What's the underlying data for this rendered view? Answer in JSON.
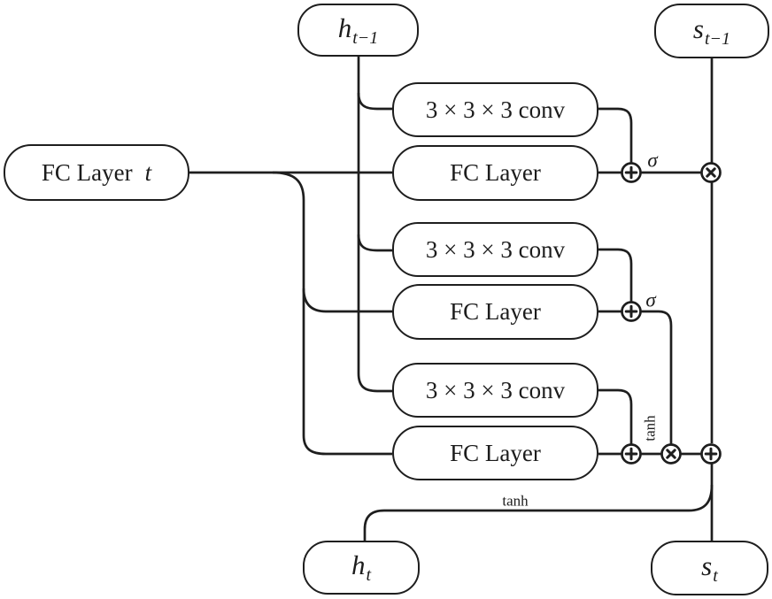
{
  "diagram": {
    "background": "#ffffff",
    "stroke_color": "#1e1e1e",
    "nodes": {
      "h_prev": {
        "base": "h",
        "sub": "t−1"
      },
      "s_prev": {
        "base": "s",
        "sub": "t−1"
      },
      "fc_t": {
        "label": "FC Layer",
        "var": "t"
      },
      "conv1": {
        "label": "3 × 3 × 3 conv"
      },
      "fc1": {
        "label": "FC Layer"
      },
      "conv2": {
        "label": "3 × 3 × 3 conv"
      },
      "fc2": {
        "label": "FC Layer"
      },
      "conv3": {
        "label": "3 × 3 × 3 conv"
      },
      "fc3": {
        "label": "FC Layer"
      },
      "h_t": {
        "base": "h",
        "sub": "t"
      },
      "s_t": {
        "base": "s",
        "sub": "t"
      }
    },
    "edge_labels": {
      "sigma_forget": "σ",
      "sigma_input": "σ",
      "tanh_candidate": "tanh",
      "tanh_output": "tanh"
    },
    "operators": {
      "add": "⊕",
      "multiply": "⊗"
    }
  }
}
